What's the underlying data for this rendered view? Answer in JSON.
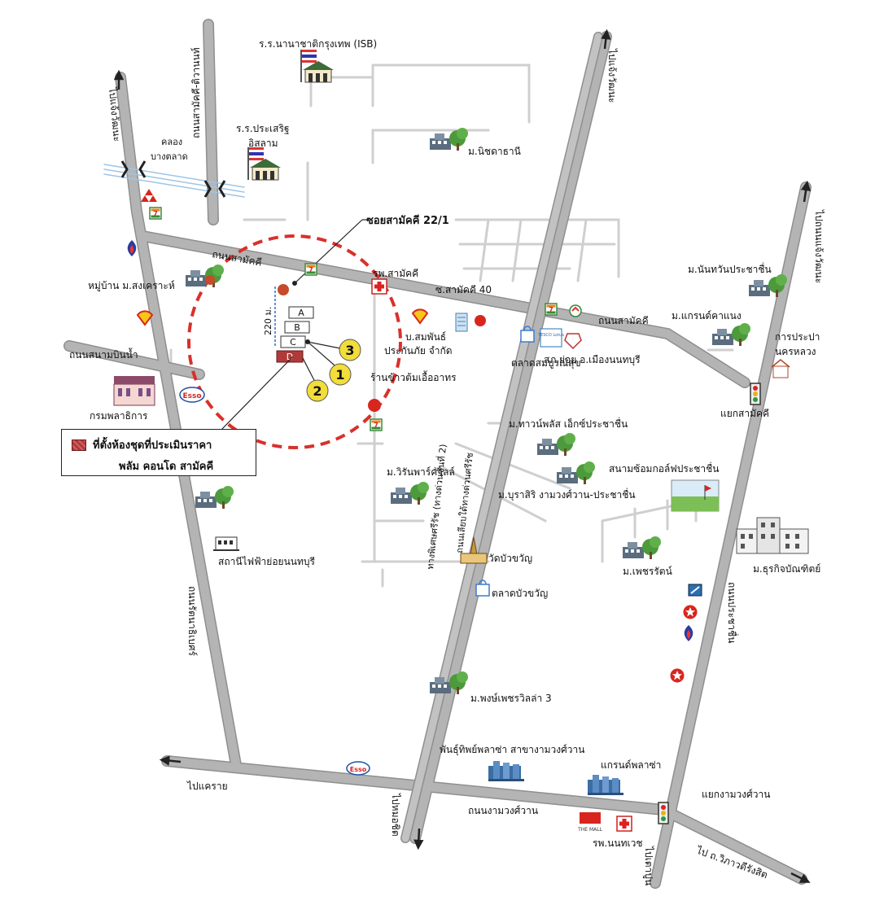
{
  "roads": {
    "samakkhi": "ถนนสามัคคี",
    "samakkhi_2": "ถนนสามัคคี",
    "ngamwongwan": "ถนนงามวงศ์วาน",
    "prachachuen": "ถนนประชาชื่น",
    "rattanathibet": "ถนนรัตนาธิเบศร์",
    "sanambinnam": "ถนนสนามบินน้ำ",
    "samakkhi_tiwanon": "ถนนสามัคคี-ติวานนท์",
    "to_chaengwattana_left": "ไปแจ้งวัฒนะ",
    "to_chaengwattana_mid": "ไปแจ้งวัฒนะ",
    "to_chaengwattana_right": "ไปถนนแจ้งวัฒนะ",
    "to_khae_rai": "ไปแคราย",
    "to_mo_chit": "ไปหมอชิต",
    "to_tao_pun": "ไปเตาปูน",
    "to_vibhavadi": "ไป ถ.วิภาวดีรังสิต",
    "expressway": "ทางพิเศษศรีรัช (ทางด่วนขั้นที่ 2)",
    "frontage": "ถนนเลียบใต้ทางด่วนศรีรัช"
  },
  "places": {
    "isb": "ร.ร.นานาชาติกรุงเทพ (ISB)",
    "prasert_islam_1": "ร.ร.ประเสริฐ",
    "prasert_islam_2": "อิสลาม",
    "nichada": "ม.นิชดาธานี",
    "khlong_1": "คลอง",
    "khlong_2": "บางตลาด",
    "soi_22_1": "ซอยสามัคคี 22/1",
    "samakkhi_hospital": "รพ.สามัคคี",
    "soi_40": "ซ.สามัคคี 40",
    "mubaan_songkhro": "หมู่บ้าน ม.สงเคราะห์",
    "insurance_1": "บ.สมพันธ์",
    "insurance_2": "ประกันภัย จำกัด",
    "restaurant": "ร้านข้าวต้มเอื้ออาทร",
    "fresh_market": "ตลาดสมบูรณ์สุข",
    "police": "สภ.ย่อย อ.เมืองนนทบุรี",
    "nanthawan": "ม.นันทวันประชาชื่น",
    "grand_canary": "ม.แกรนด์คาแนง",
    "waterworks_1": "การประปา",
    "waterworks_2": "นครหลวง",
    "samakkhi_junction": "แยกสามัคคี",
    "aviation_dept": "กรมพลาธิการ",
    "townplus": "ม.ทาวน์พลัส เอ็กซ์ประชาชื่น",
    "golf": "สนามซ้อมกอล์ฟประชาชื่น",
    "wiranpark": "ม.วิรันพาร์ควิลล์",
    "burasiri": "ม.บุราสิริ งามวงศ์วาน-ประชาชื่น",
    "substation": "สถานีไฟฟ้าย่อยนนทบุรี",
    "wat_buakhwan": "วัดบัวขวัญ",
    "buakhwan_market": "ตลาดบัวขวัญ",
    "phetcharat": "ม.เพชรรัตน์",
    "dhurakij": "ม.ธุรกิจบัณฑิตย์",
    "phongphet": "ม.พงษ์เพชรวิลล่า 3",
    "pantip": "พันธุ์ทิพย์พลาซ่า สาขางามวงศ์วาน",
    "grand_plaza": "แกรนด์พลาซ่า",
    "ngamwongwan_junction": "แยกงามวงศ์วาน",
    "nonthavej": "รพ.นนทเวช",
    "the_mall": "THE MALL",
    "tesco": "TESCO Lotus",
    "distance": "220 ม."
  },
  "buildings": [
    "A",
    "B",
    "C",
    "D"
  ],
  "markers": [
    "1",
    "2",
    "3"
  ],
  "legend": {
    "line1": "ที่ตั้งห้องชุดที่ประเมินราคา",
    "line2": "พลัม คอนโด สามัคคี"
  },
  "colors": {
    "road": "#b4b4b4",
    "road_outline": "#8f8f8f",
    "circle": "#d9302b",
    "marker_fill": "#f2dd3a",
    "subject_building": "#b03a3a",
    "tree": "#4c9a3b",
    "building": "#5a6d7e"
  },
  "icons": [
    "arrow-up-icon",
    "arrow-down-icon",
    "arrow-left-icon",
    "arrow-right-icon",
    "school-icon",
    "village-icon",
    "seven-eleven-icon",
    "shell-icon",
    "esso-icon",
    "ptt-icon",
    "caltex-icon",
    "hospital-icon",
    "traffic-light-icon",
    "market-icon",
    "temple-icon",
    "bridge-icon",
    "office-icon",
    "mall-icon",
    "train-icon"
  ]
}
